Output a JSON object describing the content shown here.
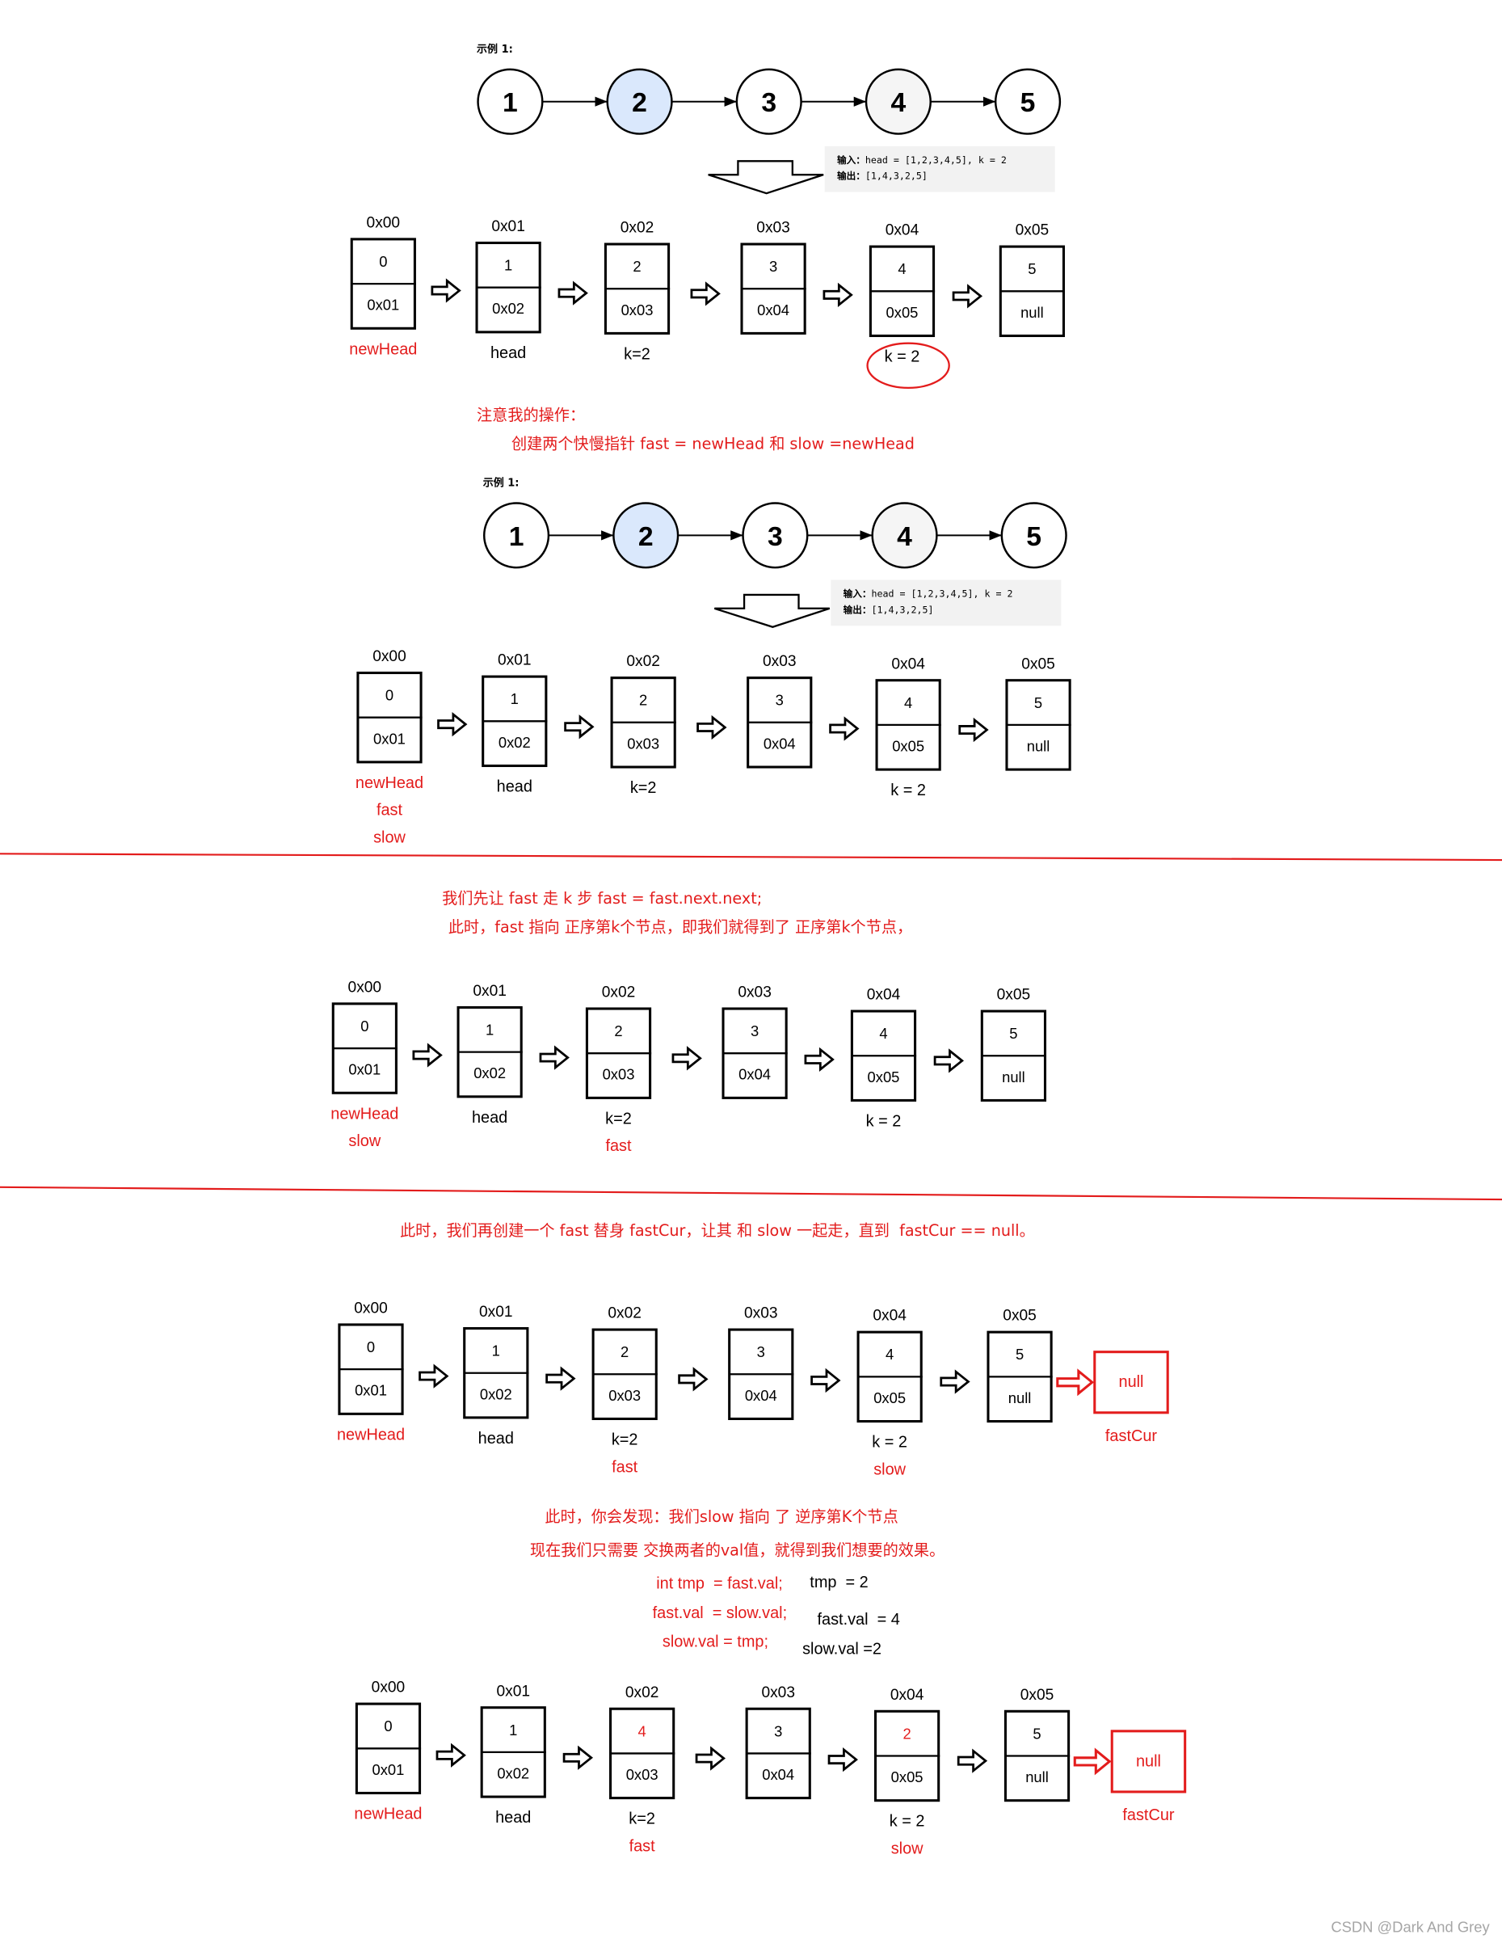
{
  "colors": {
    "accent": "#e31c1c",
    "text": "#000000",
    "io_background": "#f2f2f2",
    "watermark": "#a6a6a6"
  },
  "examples": [
    {
      "label": "示例 1:",
      "nodes": [
        {
          "value": "1",
          "fill": "#ffffff"
        },
        {
          "value": "2",
          "fill": "#dae8fc"
        },
        {
          "value": "3",
          "fill": "#ffffff"
        },
        {
          "value": "4",
          "fill": "#f5f5f5"
        },
        {
          "value": "5",
          "fill": "#ffffff"
        }
      ],
      "io": {
        "input_label": "输入：",
        "input": "head = [1,2,3,4,5], k = 2",
        "output_label": "输出：",
        "output": "[1,4,3,2,5]"
      }
    },
    {
      "label": "示例 1:",
      "nodes": [
        {
          "value": "1",
          "fill": "#ffffff"
        },
        {
          "value": "2",
          "fill": "#dae8fc"
        },
        {
          "value": "3",
          "fill": "#ffffff"
        },
        {
          "value": "4",
          "fill": "#f5f5f5"
        },
        {
          "value": "5",
          "fill": "#ffffff"
        }
      ],
      "io": {
        "input_label": "输入：",
        "input": "head = [1,2,3,4,5], k = 2",
        "output_label": "输出：",
        "output": "[1,4,3,2,5]"
      }
    }
  ],
  "lists": [
    {
      "nodes": [
        {
          "addr": "0x00",
          "val": "0",
          "next": "0x01",
          "labels": [
            {
              "text": "newHead",
              "color": "#e31c1c"
            }
          ]
        },
        {
          "addr": "0x01",
          "val": "1",
          "next": "0x02",
          "labels": [
            {
              "text": "head",
              "color": "#000000"
            }
          ]
        },
        {
          "addr": "0x02",
          "val": "2",
          "next": "0x03",
          "labels": [
            {
              "text": "k=2",
              "color": "#000000"
            }
          ]
        },
        {
          "addr": "0x03",
          "val": "3",
          "next": "0x04",
          "labels": []
        },
        {
          "addr": "0x04",
          "val": "4",
          "next": "0x05",
          "labels": [
            {
              "text": "k = 2",
              "color": "#000000",
              "circled": true
            }
          ]
        },
        {
          "addr": "0x05",
          "val": "5",
          "next": "null",
          "labels": []
        }
      ]
    },
    {
      "nodes": [
        {
          "addr": "0x00",
          "val": "0",
          "next": "0x01",
          "labels": [
            {
              "text": "newHead",
              "color": "#e31c1c"
            },
            {
              "text": "fast",
              "color": "#e31c1c"
            },
            {
              "text": "slow",
              "color": "#e31c1c"
            }
          ]
        },
        {
          "addr": "0x01",
          "val": "1",
          "next": "0x02",
          "labels": [
            {
              "text": "head",
              "color": "#000000"
            }
          ]
        },
        {
          "addr": "0x02",
          "val": "2",
          "next": "0x03",
          "labels": [
            {
              "text": "k=2",
              "color": "#000000"
            }
          ]
        },
        {
          "addr": "0x03",
          "val": "3",
          "next": "0x04",
          "labels": []
        },
        {
          "addr": "0x04",
          "val": "4",
          "next": "0x05",
          "labels": [
            {
              "text": "k = 2",
              "color": "#000000"
            }
          ]
        },
        {
          "addr": "0x05",
          "val": "5",
          "next": "null",
          "labels": []
        }
      ]
    },
    {
      "nodes": [
        {
          "addr": "0x00",
          "val": "0",
          "next": "0x01",
          "labels": [
            {
              "text": "newHead",
              "color": "#e31c1c"
            },
            {
              "text": "slow",
              "color": "#e31c1c"
            }
          ]
        },
        {
          "addr": "0x01",
          "val": "1",
          "next": "0x02",
          "labels": [
            {
              "text": "head",
              "color": "#000000"
            }
          ]
        },
        {
          "addr": "0x02",
          "val": "2",
          "next": "0x03",
          "labels": [
            {
              "text": "k=2",
              "color": "#000000"
            },
            {
              "text": "fast",
              "color": "#e31c1c"
            }
          ]
        },
        {
          "addr": "0x03",
          "val": "3",
          "next": "0x04",
          "labels": []
        },
        {
          "addr": "0x04",
          "val": "4",
          "next": "0x05",
          "labels": [
            {
              "text": "k = 2",
              "color": "#000000"
            }
          ]
        },
        {
          "addr": "0x05",
          "val": "5",
          "next": "null",
          "labels": []
        }
      ]
    },
    {
      "nodes": [
        {
          "addr": "0x00",
          "val": "0",
          "next": "0x01",
          "labels": [
            {
              "text": "newHead",
              "color": "#e31c1c"
            }
          ]
        },
        {
          "addr": "0x01",
          "val": "1",
          "next": "0x02",
          "labels": [
            {
              "text": "head",
              "color": "#000000"
            }
          ]
        },
        {
          "addr": "0x02",
          "val": "2",
          "next": "0x03",
          "labels": [
            {
              "text": "k=2",
              "color": "#000000"
            },
            {
              "text": "fast",
              "color": "#e31c1c"
            }
          ]
        },
        {
          "addr": "0x03",
          "val": "3",
          "next": "0x04",
          "labels": []
        },
        {
          "addr": "0x04",
          "val": "4",
          "next": "0x05",
          "labels": [
            {
              "text": "k = 2",
              "color": "#000000"
            },
            {
              "text": "slow",
              "color": "#e31c1c"
            }
          ]
        },
        {
          "addr": "0x05",
          "val": "5",
          "next": "null",
          "labels": []
        }
      ],
      "tail": {
        "value": "null",
        "label": "fastCur",
        "color": "#e31c1c"
      }
    },
    {
      "nodes": [
        {
          "addr": "0x00",
          "val": "0",
          "next": "0x01",
          "labels": [
            {
              "text": "newHead",
              "color": "#e31c1c"
            }
          ]
        },
        {
          "addr": "0x01",
          "val": "1",
          "next": "0x02",
          "labels": [
            {
              "text": "head",
              "color": "#000000"
            }
          ]
        },
        {
          "addr": "0x02",
          "val": "4",
          "val_color": "#e31c1c",
          "next": "0x03",
          "labels": [
            {
              "text": "k=2",
              "color": "#000000"
            },
            {
              "text": "fast",
              "color": "#e31c1c"
            }
          ]
        },
        {
          "addr": "0x03",
          "val": "3",
          "next": "0x04",
          "labels": []
        },
        {
          "addr": "0x04",
          "val": "2",
          "val_color": "#e31c1c",
          "next": "0x05",
          "labels": [
            {
              "text": "k = 2",
              "color": "#000000"
            },
            {
              "text": "slow",
              "color": "#e31c1c"
            }
          ]
        },
        {
          "addr": "0x05",
          "val": "5",
          "next": "null",
          "labels": []
        }
      ],
      "tail": {
        "value": "null",
        "label": "fastCur",
        "color": "#e31c1c"
      }
    }
  ],
  "notes": {
    "op_title": "注意我的操作：",
    "op_create": "创建两个快慢指针 fast = newHead 和 slow =newHead",
    "step1": "我们先让 fast 走 k 步 fast = fast.next.next;",
    "step1_result": "此时，fast 指向 正序第k个节点，即我们就得到了 正序第k个节点，",
    "step2": "此时，我们再创建一个 fast 替身 fastCur，让其 和 slow 一起走，直到  fastCur == null。",
    "step3_find": "此时，你会发现：我们slow 指向 了 逆序第K个节点",
    "step3_swap": "现在我们只需要 交换两者的val值，就得到我们想要的效果。"
  },
  "code": [
    {
      "line": "int tmp  = fast.val;",
      "result": "tmp  = 2"
    },
    {
      "line": "fast.val  = slow.val;",
      "result": "fast.val  = 4"
    },
    {
      "line": "slow.val = tmp;",
      "result": "slow.val =2"
    }
  ],
  "watermark": "CSDN @Dark And Grey"
}
